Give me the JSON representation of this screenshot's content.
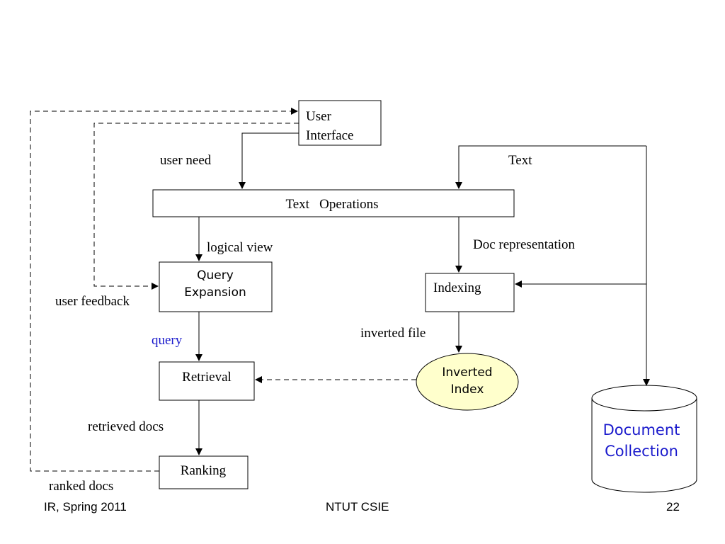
{
  "nodes": {
    "user_interface": [
      "User",
      "Interface"
    ],
    "text_operations": "Text   Operations",
    "query_expansion": [
      "Query",
      "Expansion"
    ],
    "indexing": "Indexing",
    "retrieval": "Retrieval",
    "inverted_index": [
      "Inverted",
      "Index"
    ],
    "ranking": "Ranking",
    "document_collection": [
      "Document",
      "Collection"
    ]
  },
  "edge_labels": {
    "user_need": "user need",
    "text": "Text",
    "logical_view": "logical view",
    "doc_representation": "Doc representation",
    "user_feedback": "user feedback",
    "query": "query",
    "inverted_file": "inverted file",
    "retrieved_docs": "retrieved docs",
    "ranked_docs": "ranked docs"
  },
  "footer": {
    "left": "IR, Spring 2011",
    "center": "NTUT CSIE",
    "right": "22"
  },
  "colors": {
    "inverted_index_fill": "#ffffcc",
    "document_collection_text": "#1a1acc",
    "query_label": "#1a1acc"
  }
}
